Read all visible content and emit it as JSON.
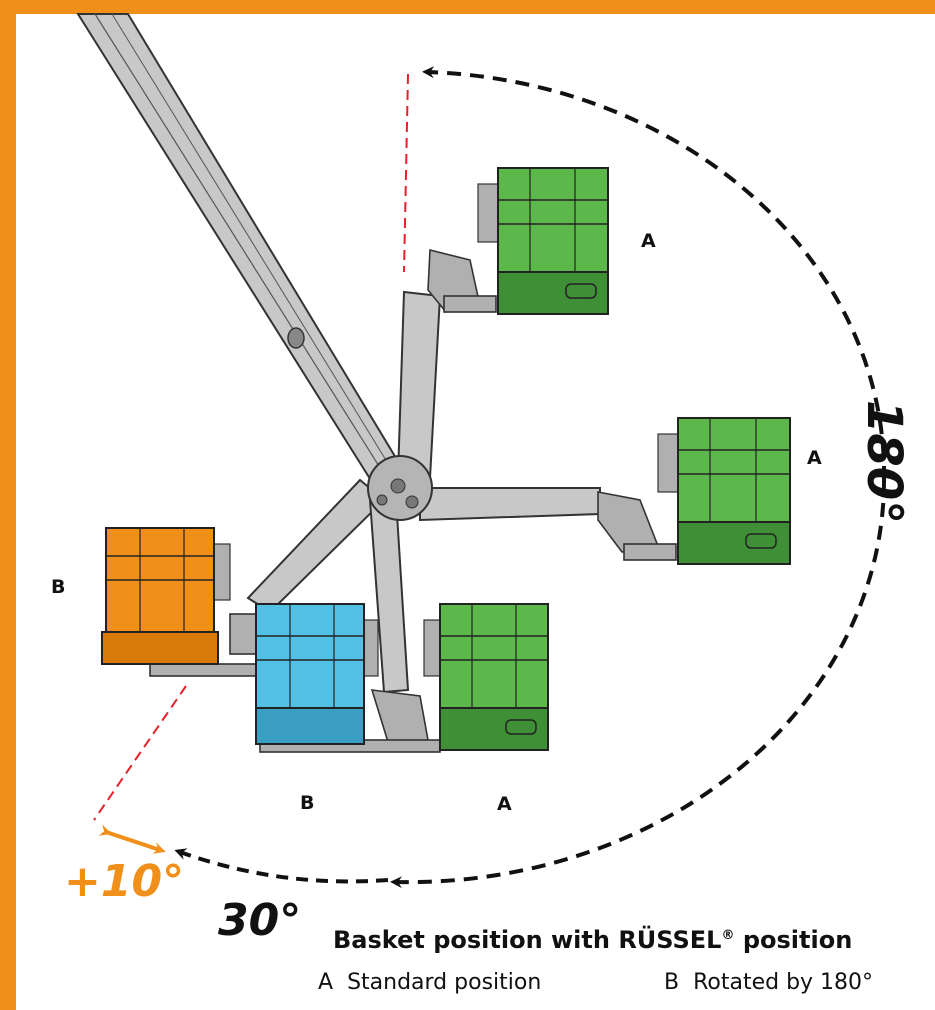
{
  "labels": {
    "a_top": "A",
    "a_right": "A",
    "a_bottom": "A",
    "b_left": "B",
    "b_bottom": "B"
  },
  "angles": {
    "main": "180°",
    "small": "30°",
    "extra": "+10°"
  },
  "caption": {
    "title_pre": "Basket position with RÜSSEL",
    "title_reg": "®",
    "title_post": " position",
    "legend_a_key": "A",
    "legend_a_text": "Standard position",
    "legend_b_key": "B",
    "legend_b_text": "Rotated by 180°"
  },
  "colors": {
    "frame": "#f0901a",
    "basket_standard": "#5db84b",
    "basket_standard_dark": "#3e8f35",
    "basket_rotated_orange": "#f0901a",
    "basket_rotated_blue": "#53c1e6",
    "boom": "#c8c8c8",
    "reference_line": "#e8202a"
  }
}
